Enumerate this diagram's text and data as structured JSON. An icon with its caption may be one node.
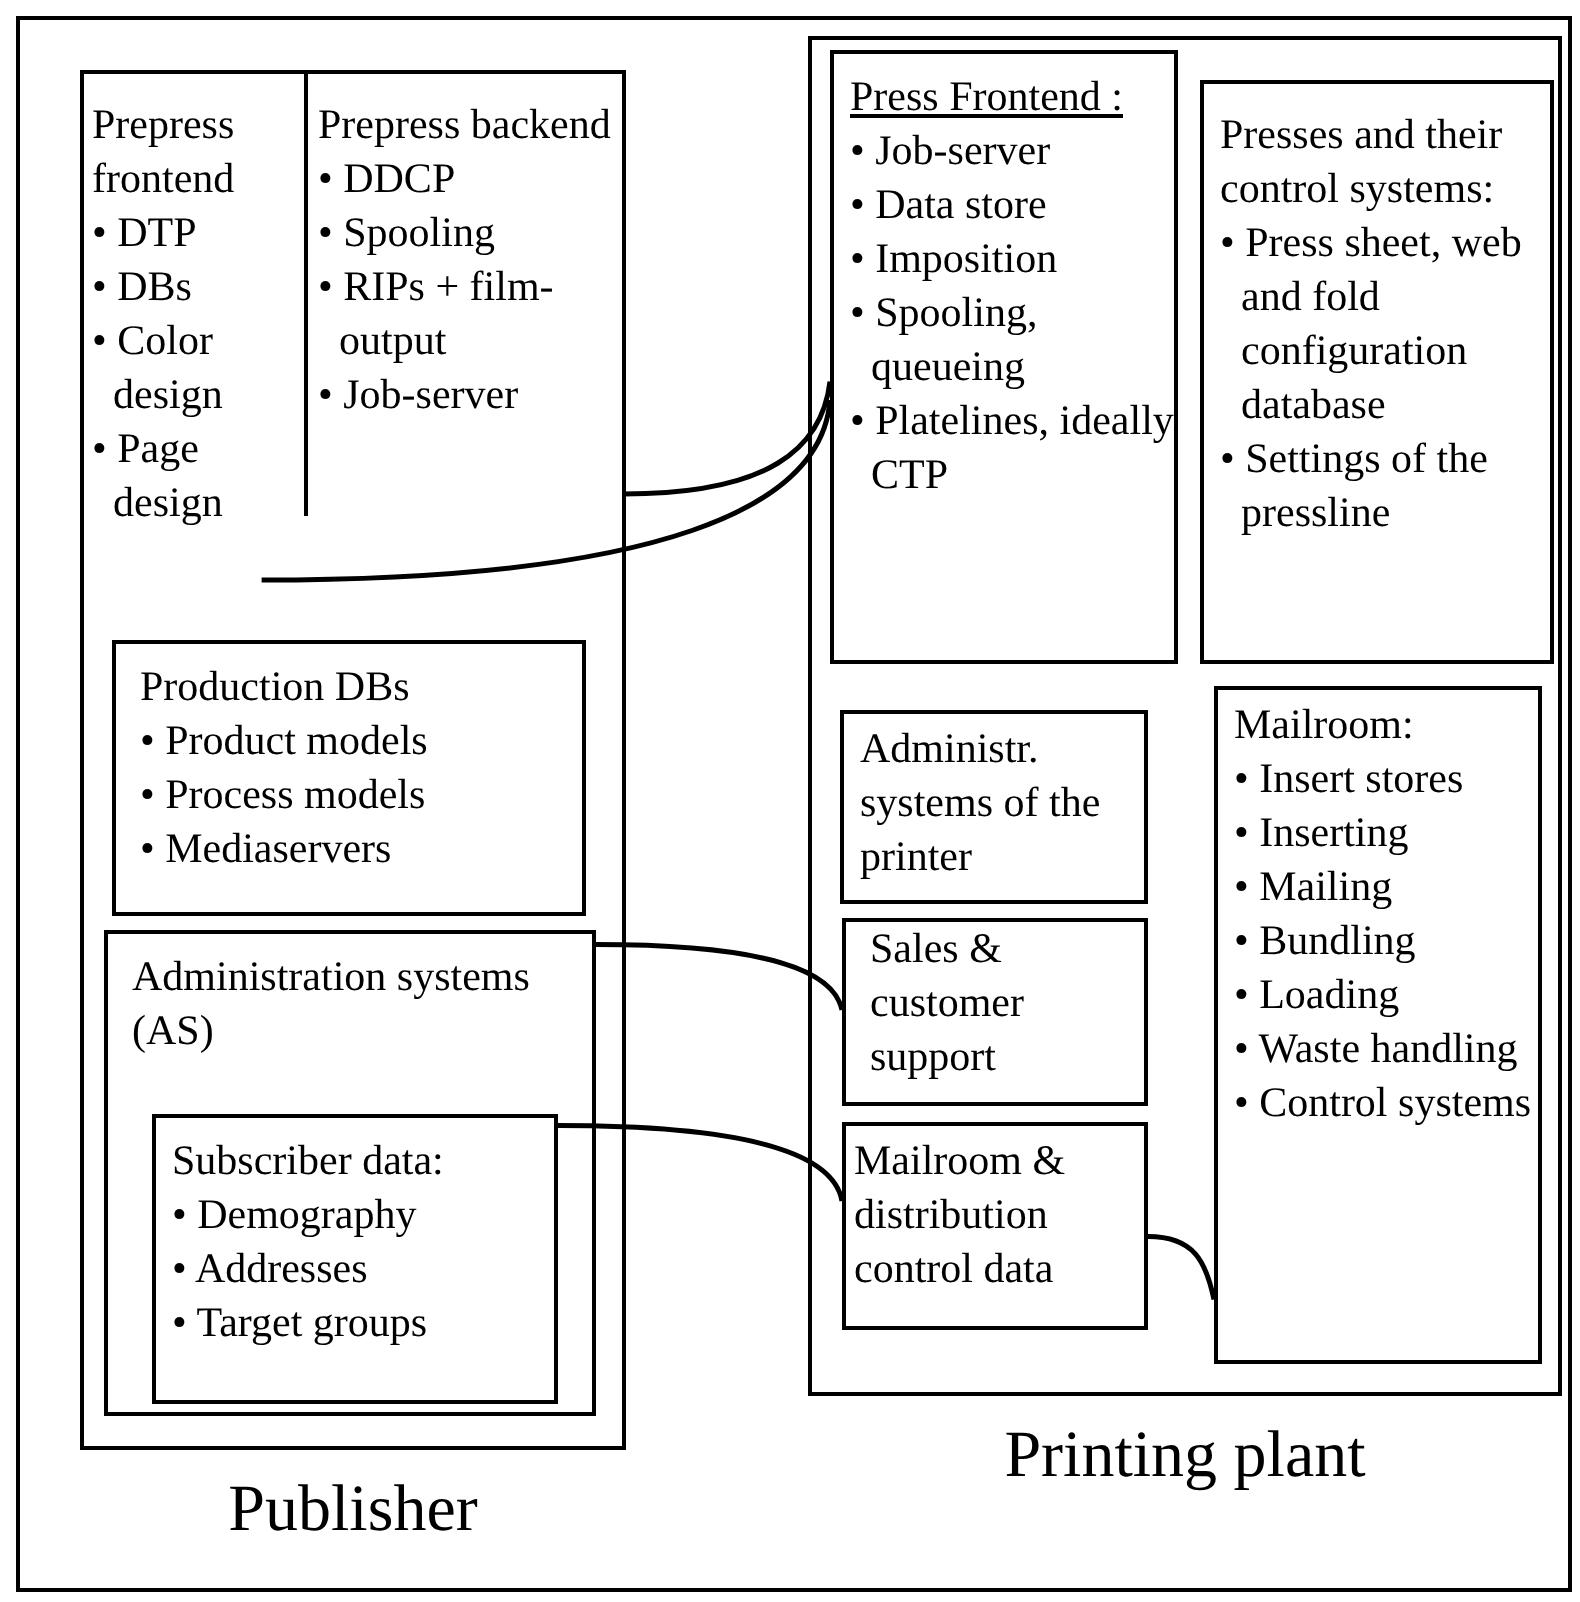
{
  "diagram": {
    "nodes": [
      {
        "text": [
          "Publisher"
        ]
      },
      {
        "text": [
          "Prepress frontend",
          "• DTP",
          "• DBs",
          "• Color design",
          "• Page design"
        ],
        "in": 0
      },
      {
        "text": [
          "Prepress backend",
          "• DDCP",
          "• Spooling",
          "• RIPs + film-output",
          "• Job-server"
        ],
        "in": 0
      },
      {
        "text": [
          "Production DBs",
          "• Product models",
          "• Process models",
          "• Mediaservers"
        ],
        "in": 0
      },
      {
        "text": [
          "Administration systems (AS)"
        ],
        "in": 0
      },
      {
        "text": [
          "Subscriber data:",
          "• Demography",
          "• Addresses",
          "• Target groups"
        ],
        "in": 4
      },
      {
        "text": [
          "Printing plant"
        ]
      },
      {
        "text": [
          "Press Frontend :",
          "• Job-server",
          "• Data store",
          "• Imposition",
          "• Spooling, queueing",
          "• Platelines, ideally CTP"
        ],
        "in": 6
      },
      {
        "text": [
          "Presses and their control systems:",
          "• Press sheet, web and fold configuration database",
          "• Settings of the pressline"
        ],
        "in": 6
      },
      {
        "text": [
          "Administr. systems of the printer"
        ],
        "in": 6
      },
      {
        "text": [
          "Sales  & customer support"
        ],
        "in": 6
      },
      {
        "text": [
          "Mailroom & distribution control data"
        ],
        "in": 6
      },
      {
        "text": [
          "Mailroom:",
          "• Insert stores",
          "• Inserting",
          "• Mailing",
          "• Bundling",
          "• Loading",
          "• Waste handling",
          "• Control systems"
        ],
        "in": 6
      }
    ],
    "edges": [
      {
        "from": 2,
        "to": 7,
        "arrow": "none"
      },
      {
        "from": 1,
        "to": 7,
        "arrow": "none"
      },
      {
        "from": 4,
        "to": 10,
        "arrow": "none"
      },
      {
        "from": 5,
        "to": 11,
        "arrow": "none"
      },
      {
        "from": 11,
        "to": 12,
        "arrow": "none"
      }
    ]
  }
}
